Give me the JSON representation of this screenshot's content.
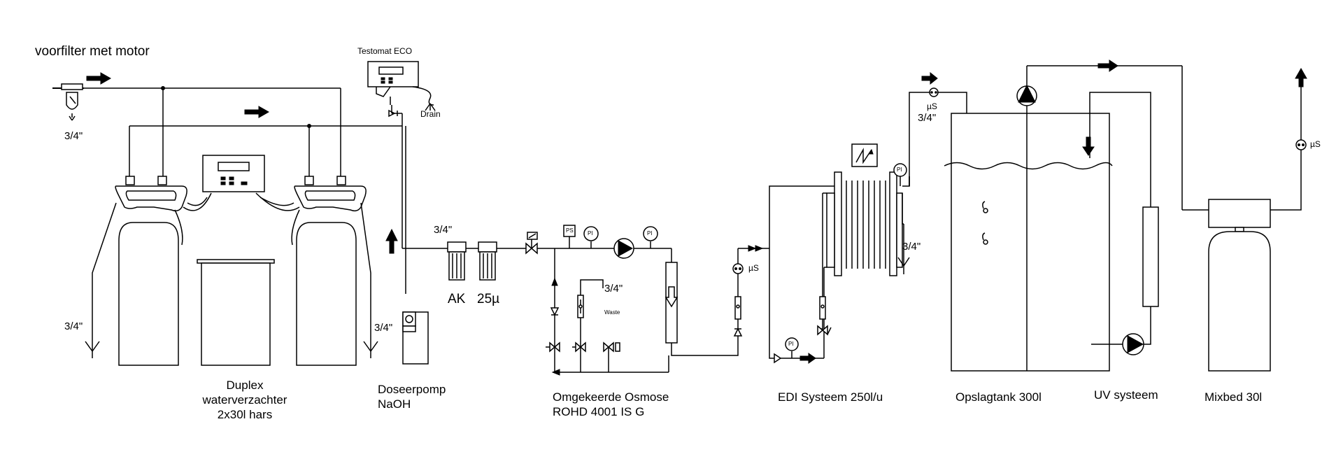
{
  "labels": {
    "prefilter": "voorfilter met motor",
    "testomat": "Testomat  ECO",
    "drain": "Drain",
    "size_prefilter": "3/4\"",
    "size_left_drain": "3/4\"",
    "size_right_drain": "3/4\"",
    "size_ro_inlet": "3/4\"",
    "filter_ak": "AK",
    "filter_25": "25µ",
    "ps": "PS",
    "pi_1": "PI",
    "pi_2": "PI",
    "size_waste": "3/4\"",
    "waste": "Waste",
    "us_ro": "µS",
    "pi_edi_top": "PI",
    "pi_edi_bottom": "PI",
    "us_edi": "µS",
    "size_edi_out": "3/4\"",
    "size_edi_drain": "3/4\"",
    "us_mixbed": "µS"
  },
  "captions": {
    "duplex": [
      "Duplex",
      "waterverzachter",
      "2x30l hars"
    ],
    "dosing": [
      "Doseerpomp",
      "NaOH"
    ],
    "ro": [
      "Omgekeerde Osmose",
      "ROHD 4001 IS G"
    ],
    "edi": "EDI Systeem 250l/u",
    "tank": "Opslagtank 300l",
    "uv": "UV systeem",
    "mixbed": "Mixbed 30l"
  }
}
